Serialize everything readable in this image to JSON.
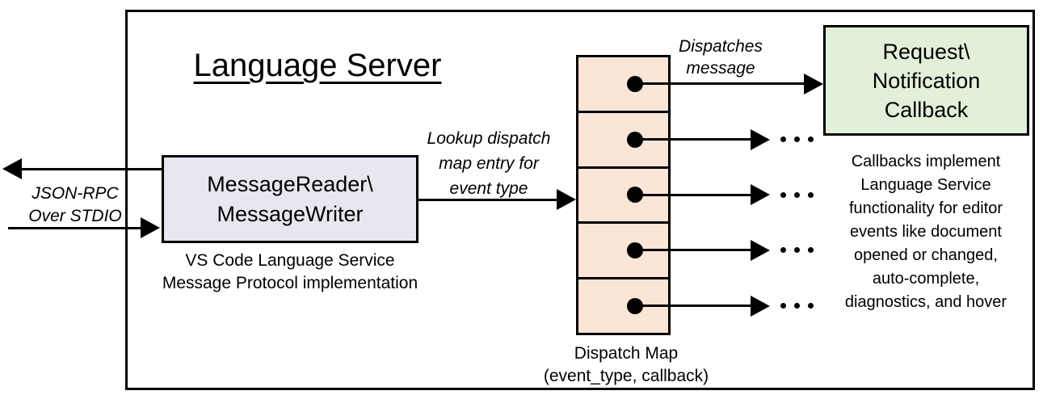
{
  "diagram": {
    "title": "Language Server",
    "stdio_label": {
      "line1": "JSON-RPC",
      "line2": "Over STDIO"
    },
    "reader_box": {
      "line1": "MessageReader\\",
      "line2": "MessageWriter",
      "caption_line1": "VS Code Language Service",
      "caption_line2": "Message Protocol implementation"
    },
    "lookup_label": {
      "line1": "Lookup dispatch",
      "line2": "map entry for",
      "line3": "event type"
    },
    "dispatch_map": {
      "rows": 5,
      "caption_line1": "Dispatch Map",
      "caption_line2": "(event_type, callback)"
    },
    "dispatches_label": {
      "line1": "Dispatches",
      "line2": "message"
    },
    "callback_box": {
      "line1": "Request\\",
      "line2": "Notification",
      "line3": "Callback"
    },
    "callbacks_note": {
      "line1": "Callbacks implement",
      "line2": "Language Service",
      "line3": "functionality for editor",
      "line4": "events like document",
      "line5": "opened or changed,",
      "line6": "auto-complete,",
      "line7": "diagnostics, and hover"
    },
    "colors": {
      "line": "#000000",
      "reader_fill": "#E8E7F0",
      "map_fill": "#FBE5D6",
      "callback_fill": "#E2EFD9",
      "background": "#FFFFFF"
    }
  }
}
